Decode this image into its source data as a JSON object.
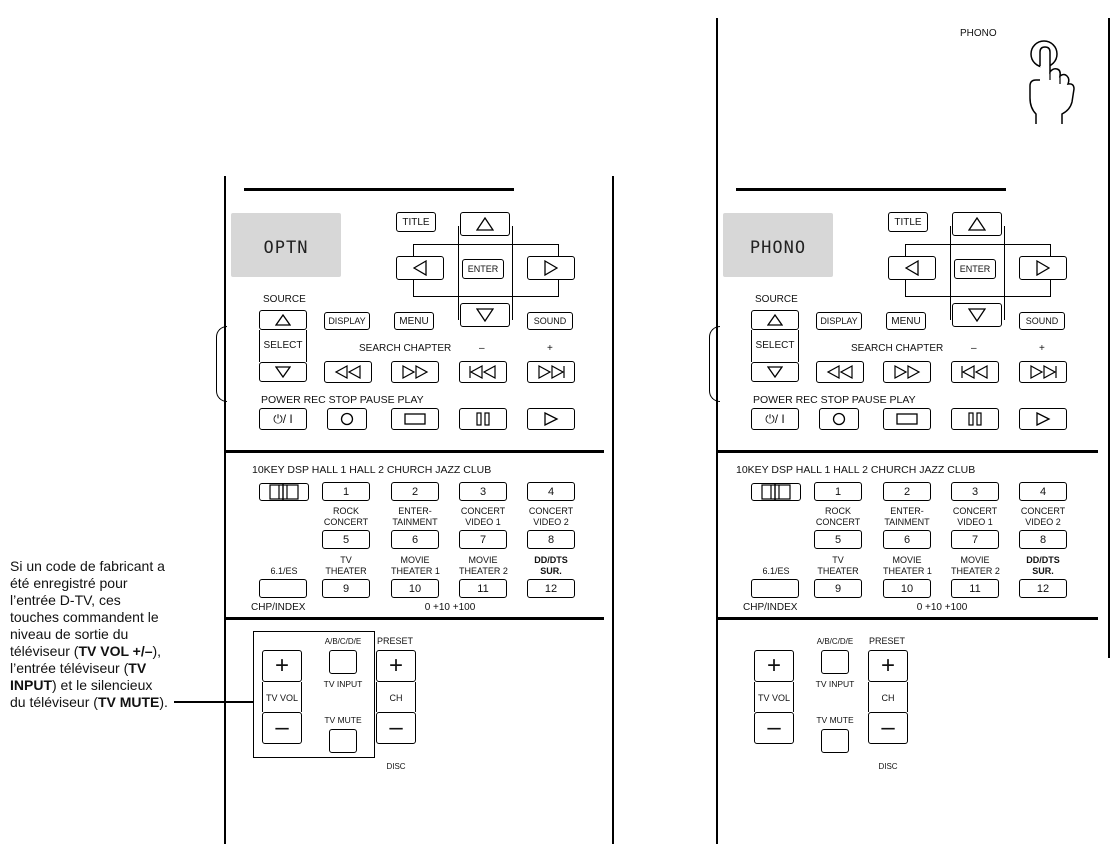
{
  "annotation": {
    "line1": "Si un code de fabricant a été enregistré pour l’entrée D-TV, ces touches commandent le niveau de sortie du téléviseur (",
    "b1": "TV VOL +/–",
    "t1": "), l’entrée téléviseur (",
    "b2": "TV INPUT",
    "t2": ") et le silencieux du téléviseur (",
    "b3": "TV MUTE",
    "t3": ")."
  },
  "phono": {
    "label": "PHONO"
  },
  "remotes": [
    {
      "display": "OPTN",
      "title": "TITLE",
      "enter": "ENTER",
      "source": "SOURCE",
      "display_btn": "DISPLAY",
      "menu": "MENU",
      "sound": "SOUND",
      "select": "SELECT",
      "search_chapter": "SEARCH CHAPTER",
      "minus": "–",
      "plus": "+",
      "transport": "POWER REC STOP PAUSE PLAY",
      "power_glyph": "⏻/ I",
      "modes": "10KEY DSP HALL 1 HALL 2 CHURCH JAZZ CLUB",
      "keys": [
        "1",
        "2",
        "3",
        "4",
        "5",
        "6",
        "7",
        "8",
        "9",
        "10",
        "11",
        "12"
      ],
      "row2_labels": [
        "ROCK\nCONCERT",
        "ENTER-\nTAINMENT",
        "CONCERT\nVIDEO 1",
        "CONCERT\nVIDEO 2"
      ],
      "row3_labels": [
        "6.1/ES",
        "TV\nTHEATER",
        "MOVIE\nTHEATER 1",
        "MOVIE\nTHEATER 2",
        "DD/DTS\nSUR."
      ],
      "chp": "CHP/INDEX",
      "plus_keys": "0 +10 +100",
      "abcde": "A/B/C/D/E",
      "preset": "PRESET",
      "tv_vol": "TV VOL",
      "tv_input": "TV INPUT",
      "tv_mute": "TV MUTE",
      "ch": "CH",
      "disc": "DISC"
    },
    {
      "display": "PHONO",
      "title": "TITLE",
      "enter": "ENTER",
      "source": "SOURCE",
      "display_btn": "DISPLAY",
      "menu": "MENU",
      "sound": "SOUND",
      "select": "SELECT",
      "search_chapter": "SEARCH CHAPTER",
      "minus": "–",
      "plus": "+",
      "transport": "POWER REC STOP PAUSE PLAY",
      "power_glyph": "⏻/ I",
      "modes": "10KEY DSP HALL 1 HALL 2 CHURCH JAZZ CLUB",
      "keys": [
        "1",
        "2",
        "3",
        "4",
        "5",
        "6",
        "7",
        "8",
        "9",
        "10",
        "11",
        "12"
      ],
      "row2_labels": [
        "ROCK\nCONCERT",
        "ENTER-\nTAINMENT",
        "CONCERT\nVIDEO 1",
        "CONCERT\nVIDEO 2"
      ],
      "row3_labels": [
        "6.1/ES",
        "TV\nTHEATER",
        "MOVIE\nTHEATER 1",
        "MOVIE\nTHEATER 2",
        "DD/DTS\nSUR."
      ],
      "chp": "CHP/INDEX",
      "plus_keys": "0 +10 +100",
      "abcde": "A/B/C/D/E",
      "preset": "PRESET",
      "tv_vol": "TV VOL",
      "tv_input": "TV INPUT",
      "tv_mute": "TV MUTE",
      "ch": "CH",
      "disc": "DISC"
    }
  ]
}
